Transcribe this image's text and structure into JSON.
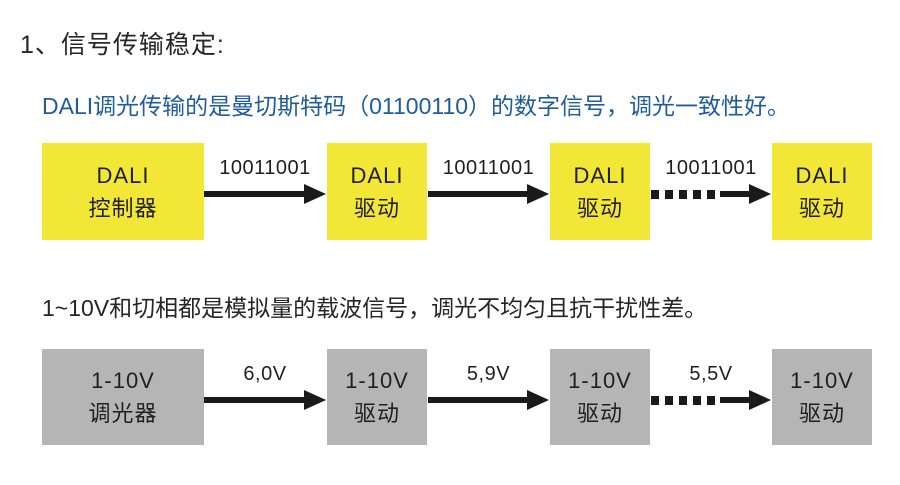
{
  "title": "1、信号传输稳定:",
  "section_dali": {
    "description": "DALI调光传输的是曼切斯特码（01100110）的数字信号，调光一致性好。",
    "node_color": "#f2e636",
    "nodes": [
      {
        "line1": "DALI",
        "line2": "控制器"
      },
      {
        "line1": "DALI",
        "line2": "驱动"
      },
      {
        "line1": "DALI",
        "line2": "驱动"
      },
      {
        "line1": "DALI",
        "line2": "驱动"
      }
    ],
    "arrows": [
      {
        "label": "10011001",
        "style": "solid"
      },
      {
        "label": "10011001",
        "style": "solid"
      },
      {
        "label": "10011001",
        "style": "dashed"
      }
    ]
  },
  "section_analog": {
    "description": "1~10V和切相都是模拟量的载波信号，调光不均匀且抗干扰性差。",
    "node_color": "#b5b5b5",
    "nodes": [
      {
        "line1": "1-10V",
        "line2": "调光器"
      },
      {
        "line1": "1-10V",
        "line2": "驱动"
      },
      {
        "line1": "1-10V",
        "line2": "驱动"
      },
      {
        "line1": "1-10V",
        "line2": "驱动"
      }
    ],
    "arrows": [
      {
        "label": "6,0V",
        "style": "solid"
      },
      {
        "label": "5,9V",
        "style": "solid"
      },
      {
        "label": "5,5V",
        "style": "dashed"
      }
    ]
  },
  "colors": {
    "background": "#ffffff",
    "dali_node": "#f2e636",
    "analog_node": "#b5b5b5",
    "description_blue": "#1f5c9d",
    "text_dark": "#262626",
    "arrow_black": "#1a1a1a"
  }
}
